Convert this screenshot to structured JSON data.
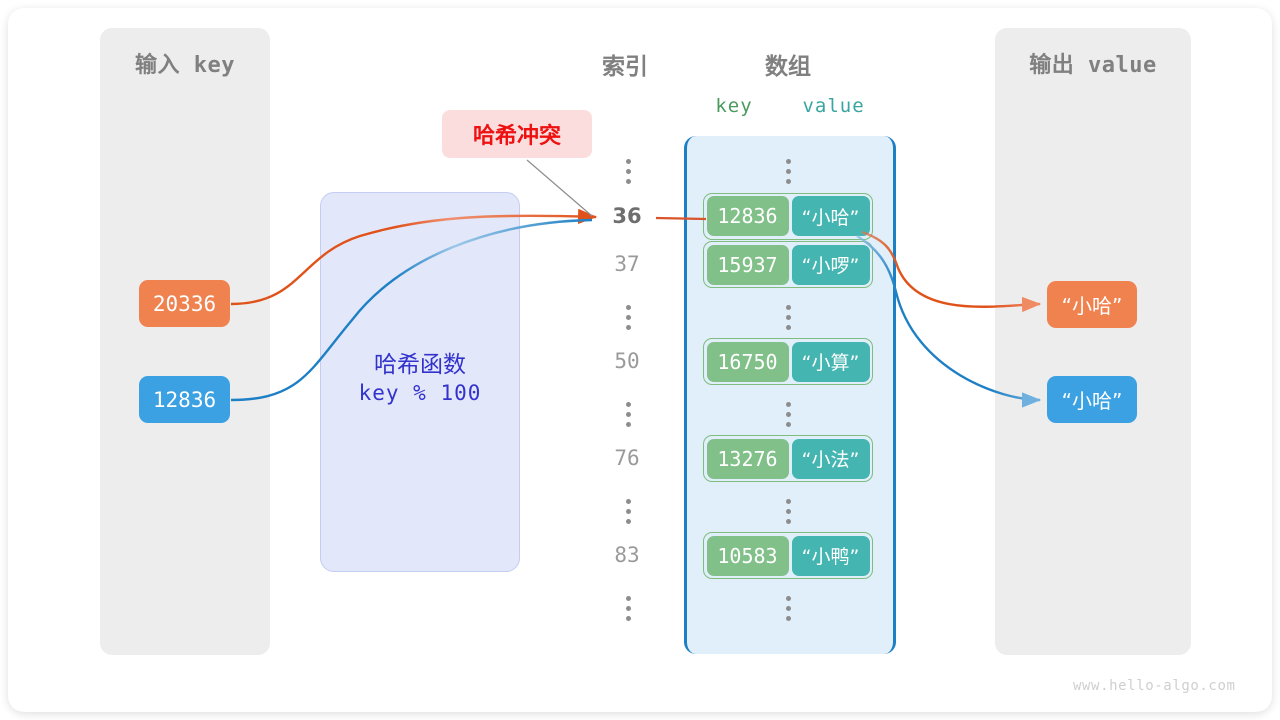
{
  "panels": {
    "input": {
      "title": "输入 key"
    },
    "output": {
      "title": "输出 value"
    }
  },
  "columns": {
    "index_title": "索引",
    "array_title": "数组",
    "key_label": "key",
    "value_label": "value"
  },
  "hash_function": {
    "title": "哈希函数",
    "expression": "key % 100"
  },
  "collision_badge": {
    "label": "哈希冲突"
  },
  "input_keys": [
    {
      "value": "20336",
      "color": "#f08250"
    },
    {
      "value": "12836",
      "color": "#3ba1e3"
    }
  ],
  "output_values": [
    {
      "value": "“小哈”",
      "color": "#f08250"
    },
    {
      "value": "“小哈”",
      "color": "#3ba1e3"
    }
  ],
  "array_rows": [
    {
      "type": "dots"
    },
    {
      "type": "entry",
      "index": "36",
      "key": "12836",
      "value": "“小哈”",
      "highlight": true
    },
    {
      "type": "entry",
      "index": "37",
      "key": "15937",
      "value": "“小啰”",
      "highlight": false
    },
    {
      "type": "dots"
    },
    {
      "type": "entry",
      "index": "50",
      "key": "16750",
      "value": "“小算”",
      "highlight": false
    },
    {
      "type": "dots"
    },
    {
      "type": "entry",
      "index": "76",
      "key": "13276",
      "value": "“小法”",
      "highlight": false
    },
    {
      "type": "dots"
    },
    {
      "type": "entry",
      "index": "83",
      "key": "10583",
      "value": "“小鸭”",
      "highlight": false
    },
    {
      "type": "dots"
    }
  ],
  "watermark": {
    "text": "www.hello-algo.com"
  },
  "colors": {
    "orange": "#f08250",
    "orange_line": "#e0521a",
    "blue": "#3ba1e3",
    "blue_line": "#1d7fc4",
    "green_key": "#82c08a",
    "teal_value": "#44b5b0",
    "panel_grey": "#ededed",
    "array_bg": "#e1effa",
    "hash_bg": "#e3e7fa",
    "badge_bg": "#fbdddd",
    "badge_fg": "#ee1111"
  }
}
